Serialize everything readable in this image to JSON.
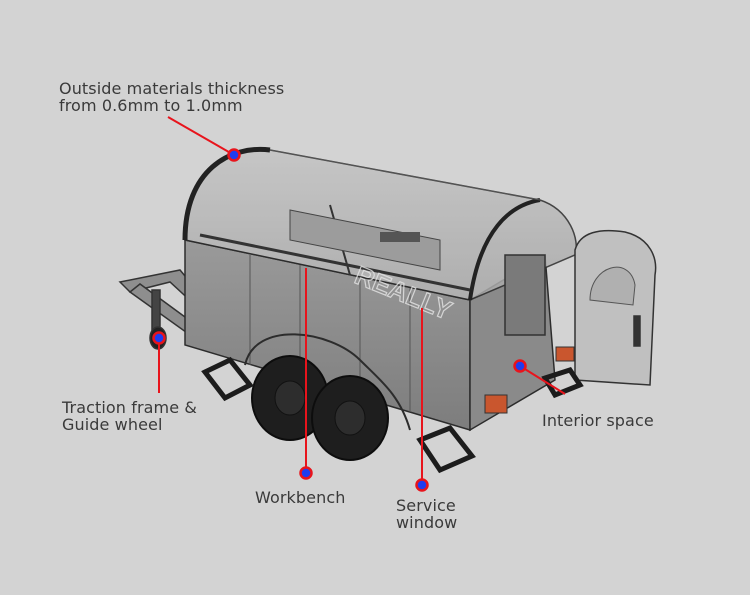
{
  "diagram": {
    "subject": "Mobile food trailer (transparent 3D render)",
    "watermark": "REALLY",
    "background_color": "#d3d3d3",
    "leader_line_color": "#e8141c",
    "marker_fill_color": "#1f3cf0",
    "marker_ring_color": "#e8141c",
    "callouts": [
      {
        "id": "outside-materials",
        "label": "Outside materials thickness\nfrom 0.6mm to 1.0mm"
      },
      {
        "id": "traction-frame",
        "label": "Traction frame &\nGuide wheel"
      },
      {
        "id": "workbench",
        "label": "Workbench"
      },
      {
        "id": "service-window",
        "label": "Service\nwindow"
      },
      {
        "id": "interior-space",
        "label": "Interior space"
      }
    ]
  }
}
